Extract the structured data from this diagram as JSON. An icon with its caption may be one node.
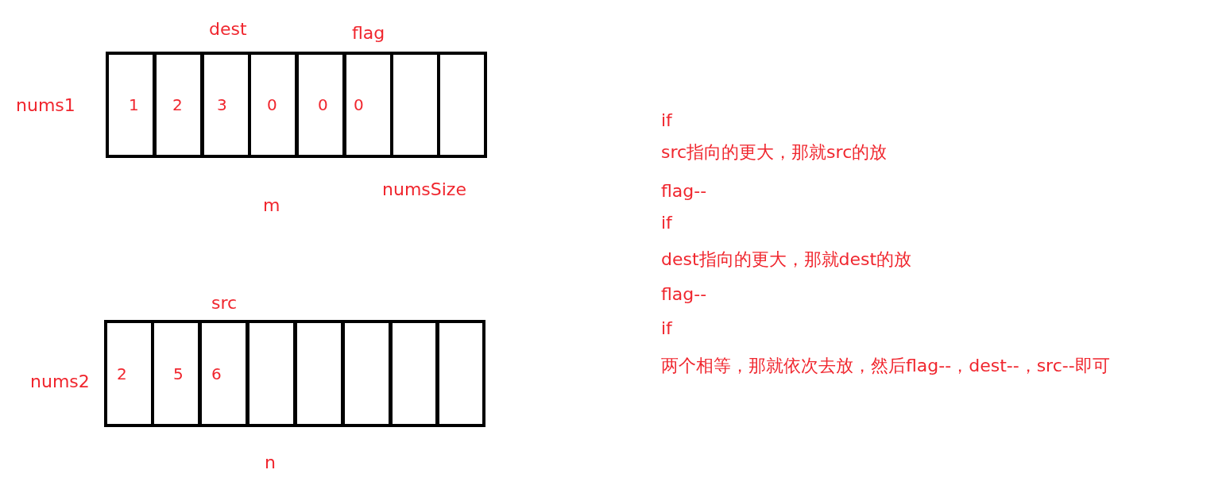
{
  "diagram": {
    "nodes": [
      {
        "text": [
          "1"
        ]
      },
      {
        "text": [
          "2"
        ]
      },
      {
        "text": [
          "3"
        ]
      },
      {
        "text": [
          "0"
        ]
      },
      {
        "text": [
          "0"
        ]
      },
      {
        "text": [
          "0"
        ]
      },
      {
        "text": [],
        "shape": "box"
      },
      {
        "text": [],
        "shape": "box"
      },
      {
        "text": [
          "2"
        ]
      },
      {
        "text": [
          "5"
        ]
      },
      {
        "text": [
          "6"
        ]
      },
      {
        "text": [],
        "shape": "box"
      },
      {
        "text": [],
        "shape": "box"
      },
      {
        "text": [],
        "shape": "box"
      },
      {
        "text": [],
        "shape": "box"
      },
      {
        "text": [],
        "shape": "box"
      }
    ],
    "edges": [],
    "labels": [
      "dest",
      "flag",
      "nums1",
      "numsSize",
      "m",
      "src",
      "nums2",
      "n",
      "if",
      "src指向的更大，那就src的放",
      "flag--",
      "if",
      "dest指向的更大，那就dest的放",
      "flag--",
      "if",
      "两个相等，那就依次去放，然后flag--，dest--，src--即可"
    ]
  }
}
